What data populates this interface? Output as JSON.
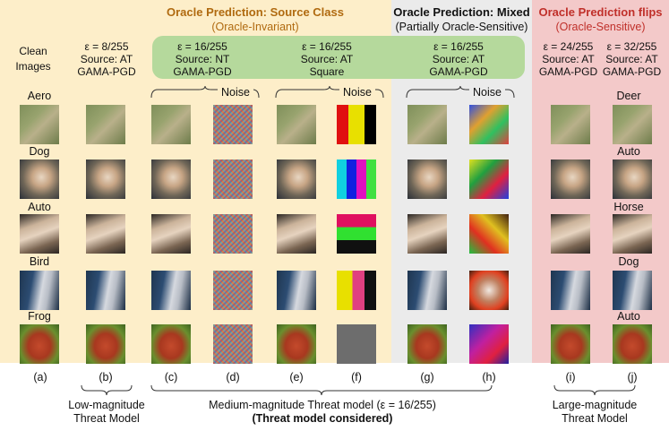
{
  "headers": {
    "oracle_source": {
      "title": "Oracle Prediction: Source Class",
      "sub": "(Oracle-Invariant)"
    },
    "oracle_mixed": {
      "title": "Oracle Prediction: Mixed",
      "sub": "(Partially Oracle-Sensitive)"
    },
    "oracle_flips": {
      "title": "Oracle Prediction flips",
      "sub": "(Oracle-Sensitive)"
    }
  },
  "col_headers": [
    {
      "l1": "Clean",
      "l2": "Images",
      "l3": ""
    },
    {
      "l1": "ε = 8/255",
      "l2": "Source: AT",
      "l3": "GAMA-PGD"
    },
    {
      "l1": "ε = 16/255",
      "l2": "Source: NT",
      "l3": "GAMA-PGD"
    },
    {
      "l1": "ε = 16/255",
      "l2": "Source: AT",
      "l3": "Square"
    },
    {
      "l1": "ε = 16/255",
      "l2": "Source: AT",
      "l3": "GAMA-PGD"
    },
    {
      "l1": "ε = 24/255",
      "l2": "Source: AT",
      "l3": "GAMA-PGD"
    },
    {
      "l1": "ε = 32/255",
      "l2": "Source: AT",
      "l3": "GAMA-PGD"
    }
  ],
  "noise_label": "Noise",
  "row_labels": [
    "Aero",
    "Dog",
    "Auto",
    "Bird",
    "Frog"
  ],
  "flip_labels": [
    "Deer",
    "Auto",
    "Horse",
    "Dog",
    "Auto"
  ],
  "sub_labels": [
    "(a)",
    "(b)",
    "(c)",
    "(d)",
    "(e)",
    "(f)",
    "(g)",
    "(h)",
    "(i)",
    "(j)"
  ],
  "footer": {
    "low": {
      "l1": "Low-magnitude",
      "l2": "Threat Model"
    },
    "medium": {
      "l1": "Medium-magnitude Threat model (ε = 16/255)",
      "l2": "(Threat model considered)"
    },
    "large": {
      "l1": "Large-magnitude",
      "l2": "Threat Model"
    }
  },
  "colors": {
    "source_bg": "#fdeec9",
    "mixed_bg": "#ebebeb",
    "flips_bg": "#f3c9c9",
    "green_band": "#b5d99c",
    "source_title": "#b06a10",
    "flips_title": "#c0302a"
  }
}
